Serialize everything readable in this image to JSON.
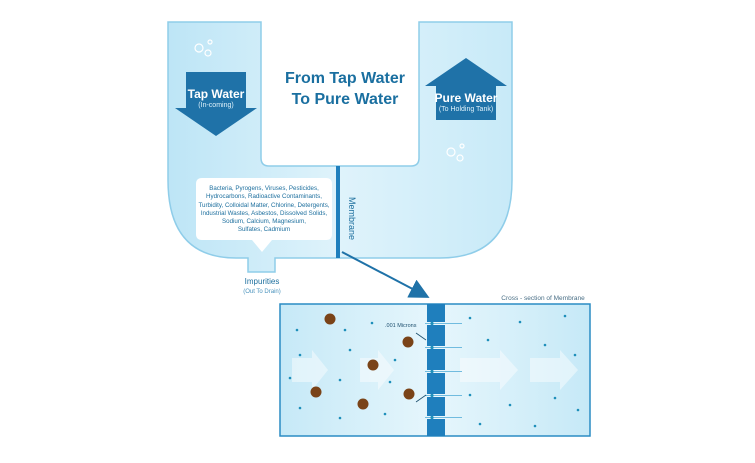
{
  "title_line1": "From Tap Water",
  "title_line2": "To Pure Water",
  "tap_arrow": {
    "title": "Tap Water",
    "subtitle": "(In-coming)"
  },
  "pure_arrow": {
    "title": "Pure Water",
    "subtitle": "(To Holding Tank)"
  },
  "contaminants": [
    "Bacteria, Pyrogens, Viruses, Pesticides,",
    "Hydrocarbons, Radioactive Contaminants,",
    "Turbidity, Colloidal Matter, Chlorine, Detergents,",
    "Industrial Wastes, Asbestos, Dissolved Solids,",
    "Sodium, Calcium, Magnesium,",
    "Sulfates, Cadmium"
  ],
  "membrane_label": "Membrane",
  "impurities": {
    "title": "Impurities",
    "subtitle": "(Out To Drain)"
  },
  "cross_section_label": "Cross - section of Membrane",
  "pore_size_label": ".001 Microns",
  "colors": {
    "water_light": "#e4f5fc",
    "water_mid": "#bfe6f6",
    "outline": "#2a8cc4",
    "arrow": "#1f72a8",
    "membrane": "#1f7fbd",
    "impurity": "#7a4318",
    "dot": "#1e8fba"
  }
}
